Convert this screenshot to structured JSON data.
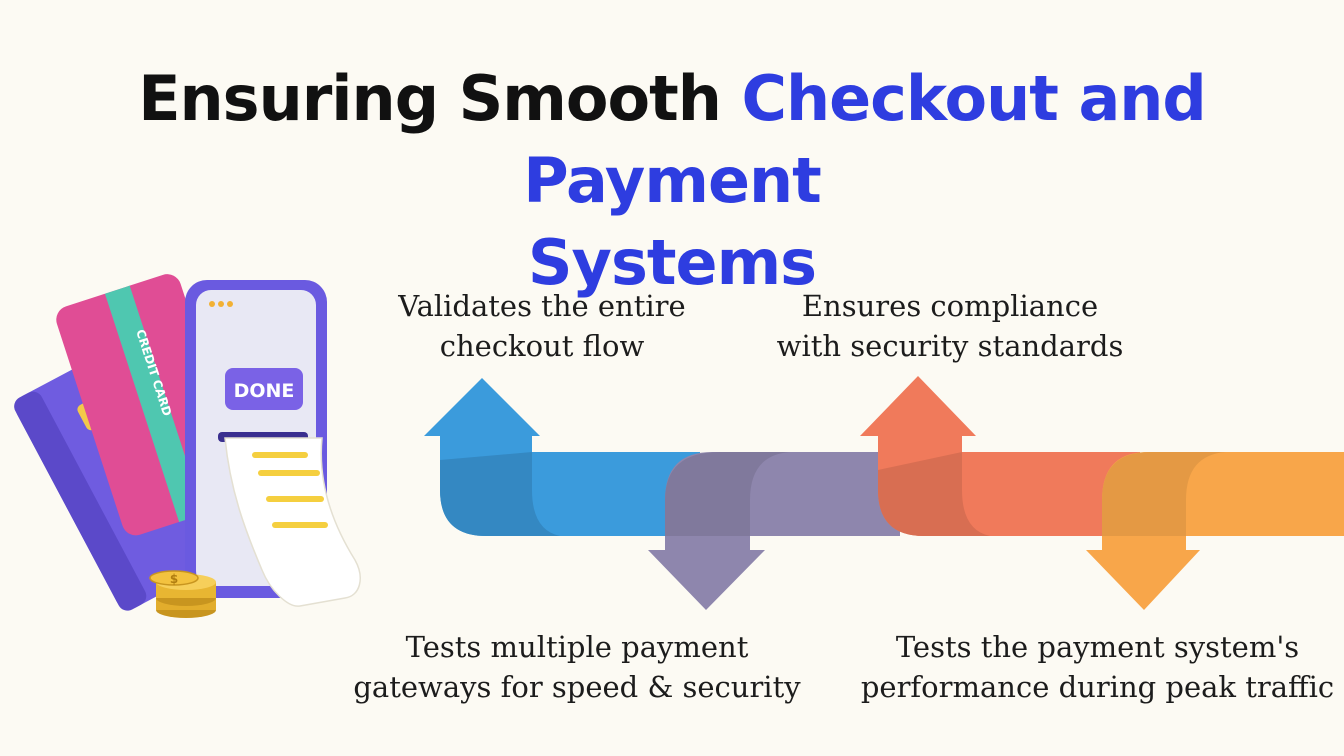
{
  "title": {
    "part1": "Ensuring Smooth",
    "part2": "Checkout and Payment",
    "part3": "Systems"
  },
  "illustration": {
    "screen_button": "DONE",
    "card_text": "CREDIT CARD"
  },
  "steps": [
    {
      "label": "Validates the entire\ncheckout flow",
      "direction": "up",
      "color": "#3b9bdc"
    },
    {
      "label": "Tests multiple payment\ngateways for speed & security",
      "direction": "down",
      "color": "#8e86ad"
    },
    {
      "label": "Ensures compliance\nwith security standards",
      "direction": "up",
      "color": "#f07a5b"
    },
    {
      "label": "Tests the payment system's\nperformance during peak traffic",
      "direction": "down",
      "color": "#f8a64a"
    }
  ],
  "colors": {
    "background": "#fcfaf3",
    "title_text": "#111111",
    "title_accent": "#2e3de0"
  }
}
